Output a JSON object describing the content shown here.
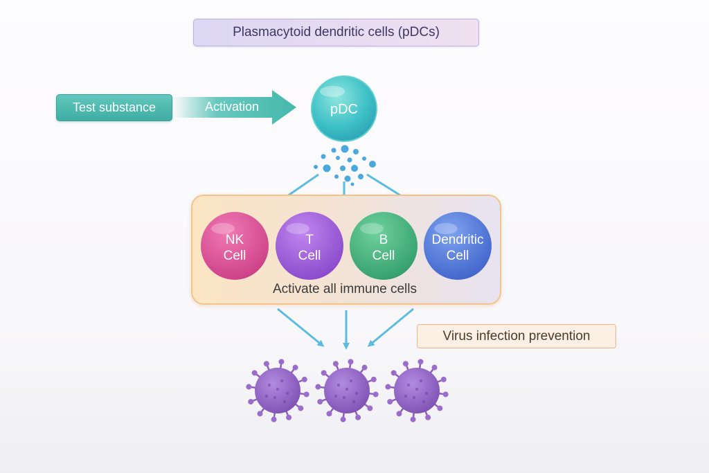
{
  "title": "Plasmacytoid dendritic cells (pDCs)",
  "input": {
    "label": "Test substance",
    "arrow_label": "Activation"
  },
  "pdc": {
    "label": "pDC"
  },
  "immune_cells": [
    {
      "line1": "NK",
      "line2": "Cell",
      "color": "#d94a93"
    },
    {
      "line1": "T",
      "line2": "Cell",
      "color": "#9a55d6"
    },
    {
      "line1": "B",
      "line2": "Cell",
      "color": "#3fae7c"
    },
    {
      "line1": "Dendritic",
      "line2": "Cell",
      "color": "#4a72d8"
    }
  ],
  "group_caption": "Activate all immune cells",
  "outcome": "Virus infection prevention",
  "virus_count": 3,
  "colors": {
    "arrow": "#5bbbe0",
    "teal": "#46b5ab",
    "virus": "#9262c2"
  }
}
